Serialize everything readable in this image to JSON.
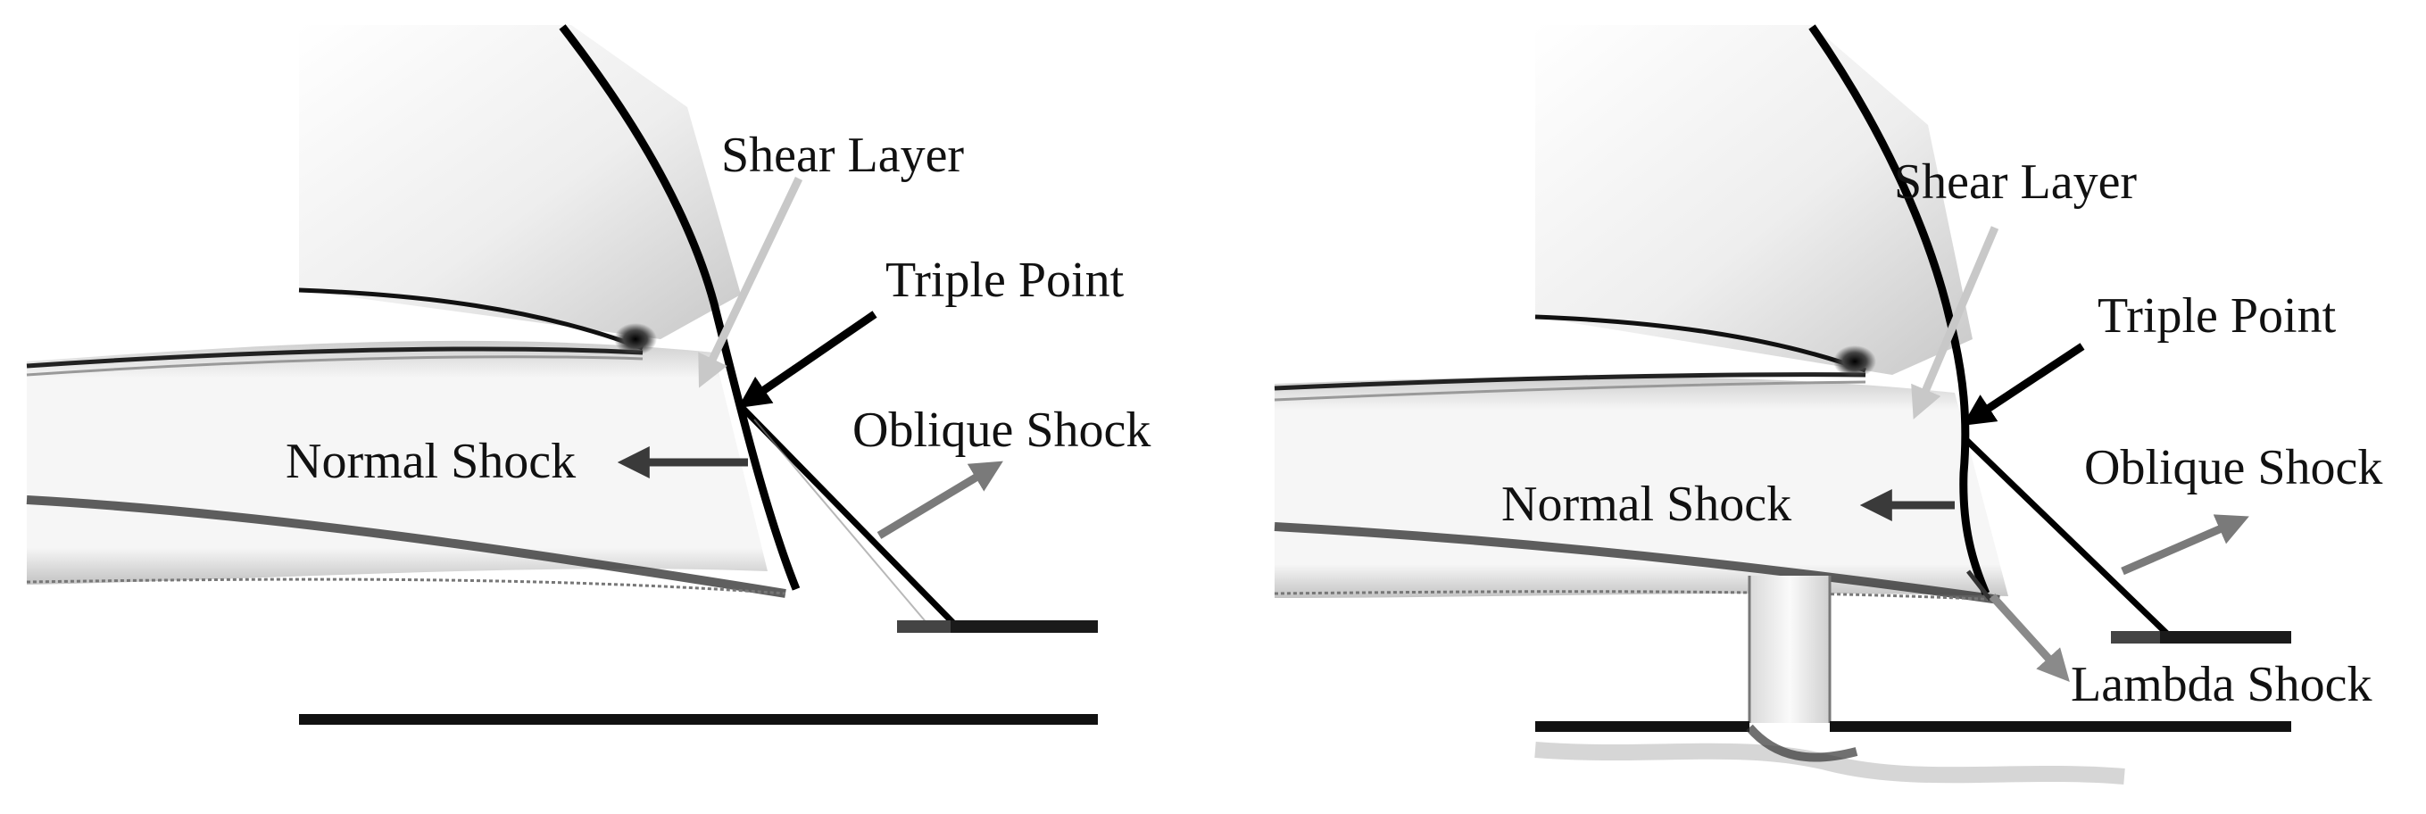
{
  "panels": [
    {
      "id": "left",
      "labels": {
        "shear_layer": "Shear Layer",
        "triple_point": "Triple Point",
        "normal_shock": "Normal Shock",
        "oblique_shock": "Oblique Shock"
      }
    },
    {
      "id": "right",
      "labels": {
        "shear_layer": "Shear Layer",
        "triple_point": "Triple Point",
        "normal_shock": "Normal Shock",
        "oblique_shock": "Oblique Shock",
        "lambda_shock": "Lambda Shock"
      }
    }
  ],
  "colors": {
    "shear_layer_arrow": "#c8c8c8",
    "triple_point_arrow": "#000000",
    "normal_shock_arrow": "#3a3a3a",
    "oblique_shock_arrow": "#7a7a7a",
    "lambda_shock_arrow": "#8a8a8a"
  }
}
